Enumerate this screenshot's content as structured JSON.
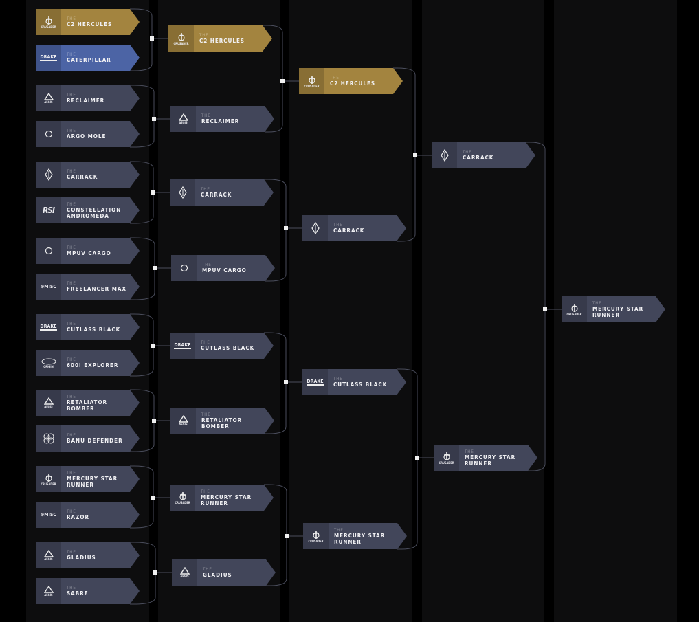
{
  "bracket": {
    "prefix": "THE",
    "round1": [
      {
        "name": "C2 HERCULES",
        "logo": "crusader-logo",
        "color": "gold"
      },
      {
        "name": "CATERPILLAR",
        "logo": "drake-logo",
        "color": "blue"
      },
      {
        "name": "RECLAIMER",
        "logo": "aegis-logo",
        "color": "slate"
      },
      {
        "name": "ARGO MOLE",
        "logo": "argo-logo",
        "color": "slate"
      },
      {
        "name": "CARRACK",
        "logo": "anvil-logo",
        "color": "slate"
      },
      {
        "name": "CONSTELLATION\nANDROMEDA",
        "logo": "rsi-logo",
        "color": "slate"
      },
      {
        "name": "MPUV CARGO",
        "logo": "argo-logo",
        "color": "slate"
      },
      {
        "name": "FREELANCER MAX",
        "logo": "misc-logo",
        "color": "slate"
      },
      {
        "name": "CUTLASS BLACK",
        "logo": "drake-logo",
        "color": "slate"
      },
      {
        "name": "600I EXPLORER",
        "logo": "origin-logo",
        "color": "slate"
      },
      {
        "name": "RETALIATOR\nBOMBER",
        "logo": "aegis-logo",
        "color": "slate"
      },
      {
        "name": "BANU DEFENDER",
        "logo": "banu-logo",
        "color": "slate"
      },
      {
        "name": "MERCURY STAR\nRUNNER",
        "logo": "crusader-logo",
        "color": "slate"
      },
      {
        "name": "RAZOR",
        "logo": "misc-logo",
        "color": "slate"
      },
      {
        "name": "GLADIUS",
        "logo": "aegis-logo",
        "color": "slate"
      },
      {
        "name": "SABRE",
        "logo": "aegis-logo",
        "color": "slate"
      }
    ],
    "round2": [
      {
        "name": "C2 HERCULES",
        "logo": "crusader-logo",
        "color": "gold"
      },
      {
        "name": "RECLAIMER",
        "logo": "aegis-logo",
        "color": "slate"
      },
      {
        "name": "CARRACK",
        "logo": "anvil-logo",
        "color": "slate"
      },
      {
        "name": "MPUV CARGO",
        "logo": "argo-logo",
        "color": "slate"
      },
      {
        "name": "CUTLASS BLACK",
        "logo": "drake-logo",
        "color": "slate"
      },
      {
        "name": "RETALIATOR\nBOMBER",
        "logo": "aegis-logo",
        "color": "slate"
      },
      {
        "name": "MERCURY STAR\nRUNNER",
        "logo": "crusader-logo",
        "color": "slate"
      },
      {
        "name": "GLADIUS",
        "logo": "aegis-logo",
        "color": "slate"
      }
    ],
    "round3": [
      {
        "name": "C2 HERCULES",
        "logo": "crusader-logo",
        "color": "gold"
      },
      {
        "name": "CARRACK",
        "logo": "anvil-logo",
        "color": "slate"
      },
      {
        "name": "CUTLASS BLACK",
        "logo": "drake-logo",
        "color": "slate"
      },
      {
        "name": "MERCURY STAR\nRUNNER",
        "logo": "crusader-logo",
        "color": "slate"
      }
    ],
    "round4": [
      {
        "name": "CARRACK",
        "logo": "anvil-logo",
        "color": "slate"
      },
      {
        "name": "MERCURY STAR\nRUNNER",
        "logo": "crusader-logo",
        "color": "slate"
      }
    ],
    "round5": [
      {
        "name": "MERCURY STAR\nRUNNER",
        "logo": "crusader-logo",
        "color": "slate"
      }
    ],
    "logo_texts": {
      "crusader-logo": "CRUSADER",
      "drake-logo": "DRAKE",
      "aegis-logo": "AEGIS",
      "rsi-logo": "RSI",
      "misc-logo": "MISC",
      "origin-logo": "ORIGIN"
    }
  },
  "colors": {
    "gold": "#a3843f",
    "blue": "#4c64a5",
    "slate": "#42465a",
    "line": "#4a4d5c",
    "node": "#f0f0f0"
  }
}
